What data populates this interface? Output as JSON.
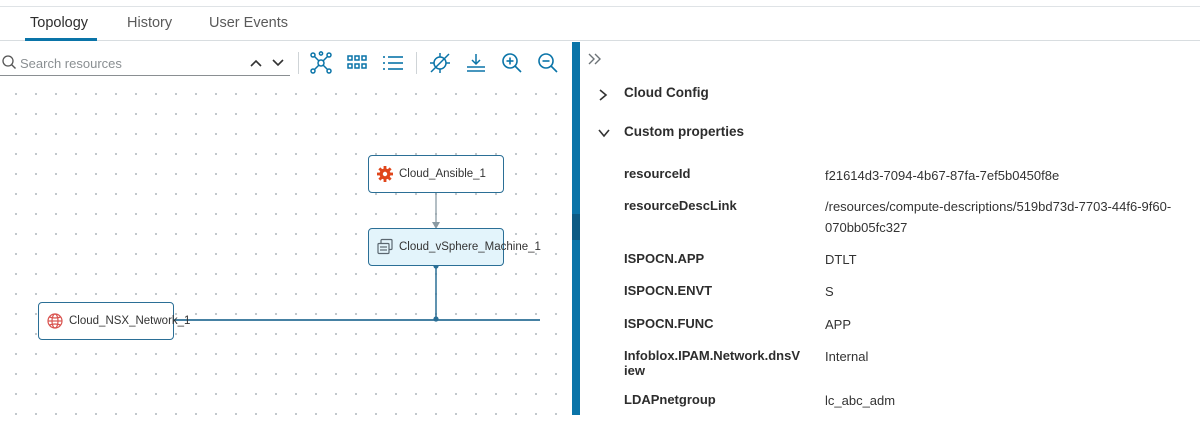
{
  "tabs": [
    {
      "label": "Topology",
      "active": true
    },
    {
      "label": "History",
      "active": false
    },
    {
      "label": "User Events",
      "active": false
    }
  ],
  "search": {
    "placeholder": "Search resources",
    "value": ""
  },
  "toolbar_icons": [
    "topology-icon",
    "grid-view-icon",
    "list-view-icon",
    "hide-icon",
    "download-icon",
    "zoom-in-icon",
    "zoom-out-icon"
  ],
  "nodes": {
    "ansible": {
      "label": "Cloud_Ansible_1",
      "icon": "ansible-gear-icon"
    },
    "vsphere": {
      "label": "Cloud_vSphere_Machine_1",
      "icon": "vsphere-machine-icon",
      "selected": true
    },
    "nsx": {
      "label": "Cloud_NSX_Network_1",
      "icon": "nsx-network-icon"
    }
  },
  "details": {
    "collapse_icon": "double-chevron-right-icon",
    "sections": [
      {
        "title": "Cloud Config",
        "expanded": false
      },
      {
        "title": "Custom properties",
        "expanded": true
      }
    ],
    "properties": [
      {
        "key": "resourceId",
        "value": "f21614d3-7094-4b67-87fa-7ef5b0450f8e"
      },
      {
        "key": "resourceDescLink",
        "value": "/resources/compute-descriptions/519bd73d-7703-44f6-9f60-070bb05fc327"
      },
      {
        "key": "ISPOCN.APP",
        "value": "DTLT"
      },
      {
        "key": "ISPOCN.ENVT",
        "value": "S"
      },
      {
        "key": "ISPOCN.FUNC",
        "value": "APP"
      },
      {
        "key": "Infoblox.IPAM.Network.dnsView",
        "value": "Internal"
      },
      {
        "key": "LDAPnetgroup",
        "value": "lc_abc_adm"
      }
    ]
  },
  "colors": {
    "accent": "#0a74a8",
    "node_border": "#2b6f96",
    "selected_bg": "#e3f4fb",
    "ansible": "#e0461b",
    "nsx": "#d9534f"
  }
}
